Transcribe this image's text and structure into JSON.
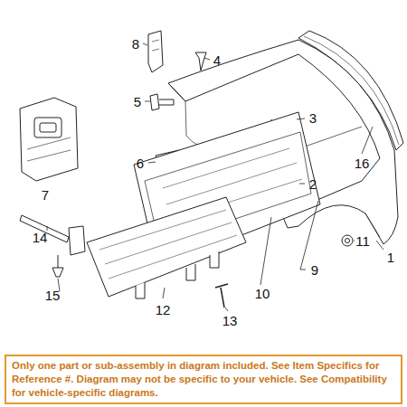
{
  "diagram": {
    "nodes": [
      {
        "text": [
          "Only one part or sub-assembly in diagram included. See Item Specifics for Reference #. Diagram may not be specific to your vehicle. See Compatibility for vehicle-specific diagrams."
        ]
      }
    ],
    "labels": [
      "8",
      "4",
      "16",
      "7",
      "5",
      "3",
      "6",
      "2",
      "14",
      "1",
      "11",
      "9",
      "10",
      "15",
      "12",
      "13"
    ]
  }
}
